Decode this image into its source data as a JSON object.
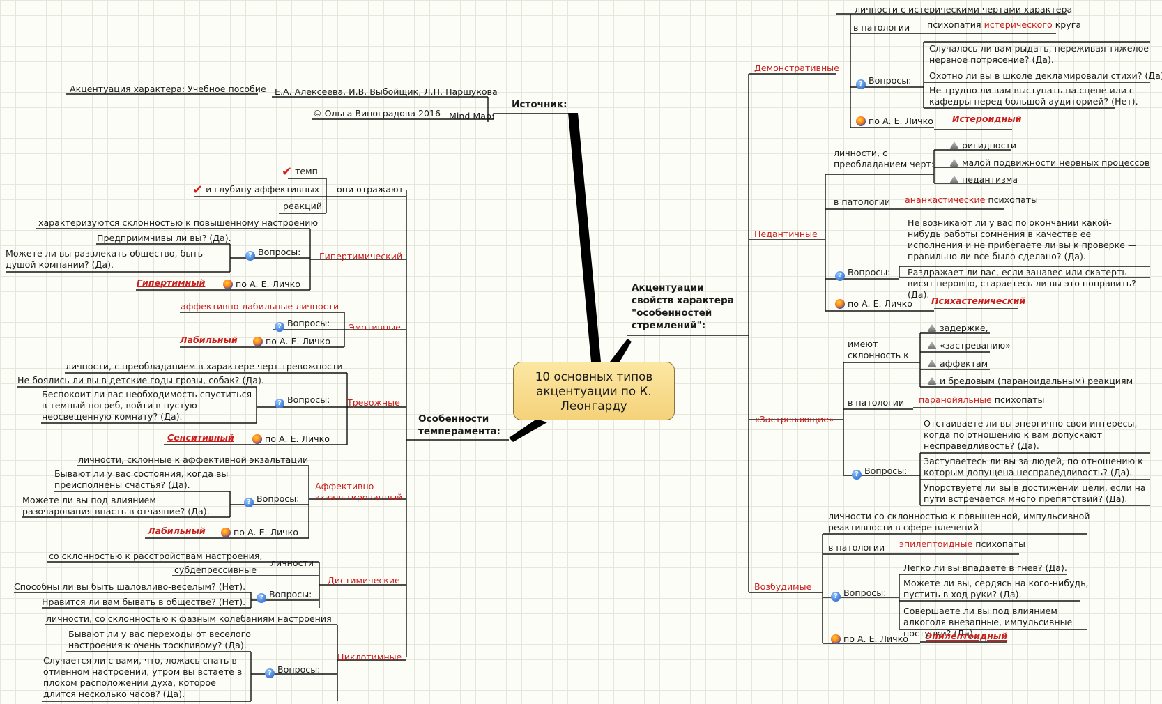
{
  "central": "10 основных типов акцентуации по К. Леонгарду",
  "source": {
    "label": "Источник:",
    "book": "Акцентуация характера: Учебное пособие",
    "authors": "Е.А. Алексеева, И.В. Выбойщик, Л.П. Паршукова",
    "mindmap_label": "Mind Map:",
    "mindmap_author": "© Ольга Виноградова 2016"
  },
  "left": {
    "title": "Особенности темперамента:",
    "reflect": {
      "label": "они отражают",
      "tempo": "темп",
      "depth": "и глубину аффективных",
      "reactions": "реакций"
    },
    "hyper": {
      "title": "Гипертимический",
      "desc": "характеризуются склонностью к повышенному настроению",
      "q_label": "Вопросы:",
      "q1": "Предприимчивы ли вы? (Да).",
      "q2": "Можете ли вы развлекать общество, быть душой компании? (Да).",
      "lichko_label": "по А. Е. Личко",
      "lichko": "Гипертимный"
    },
    "emot": {
      "title": "Эмотивные",
      "desc": "аффективно-лабильные личности",
      "q_label": "Вопросы:",
      "lichko_label": "по А. Е. Личко",
      "lichko": "Лабильный"
    },
    "trev": {
      "title": "Тревожные",
      "desc": "личности, с преобладанием в характере черт тревожности",
      "q_label": "Вопросы:",
      "q1": "Не боялись ли вы в детские годы грозы, собак? (Да).",
      "q2": "Беспокоит ли вас необходимость спуститься в темный погреб, войти в пустую неосвещенную комнату? (Да).",
      "lichko_label": "по А. Е. Личко",
      "lichko": "Сенситивный"
    },
    "affect": {
      "title": "Аффективно-экзальтированный",
      "desc": "личности, склонные к аффективной экзальтации",
      "q_label": "Вопросы:",
      "q1": "Бывают ли у вас состояния, когда вы преисполнены счастья? (Да).",
      "q2": "Можете ли вы под влиянием разочарования впасть в отчаяние? (Да).",
      "lichko_label": "по А. Е. Личко",
      "lichko": "Лабильный"
    },
    "dist": {
      "title": "Дистимические",
      "lich": "личности",
      "d1": "со склонностью к расстройствам настроения,",
      "d2": "субдепрессивные",
      "q_label": "Вопросы:",
      "q1": "Способны ли вы быть шаловливо-веселым? (Нет).",
      "q2": "Нравится ли вам бывать в обществе? (Нет)."
    },
    "cycl": {
      "title": "Циклотимные",
      "desc": "личности, со склонностью к фазным колебаниям настроения",
      "q_label": "Вопросы:",
      "q1": "Бывают ли у вас переходы от веселого настроения к очень тоскливому? (Да).",
      "q2": "Случается ли с вами, что, ложась спать в отменном настроении, утром вы встаете в плохом расположении духа, которое длится несколько часов? (Да)."
    }
  },
  "right": {
    "title": "Акцентуации свойств характера \"особенностей стремлений\":",
    "demo": {
      "title": "Демонстративные",
      "desc": "личности с истерическими чертами характера",
      "patol_label": "в патологии",
      "patol_pre": "психопатия ",
      "patol_red": "истерического",
      "patol_post": " круга",
      "q_label": "Вопросы:",
      "q1": "Случалось ли вам рыдать, переживая тяжелое нервное потрясение? (Да).",
      "q2": "Охотно ли вы в школе декламировали стихи? (Да).",
      "q3": "Не трудно ли вам выступать на сцене или с кафедры перед большой аудиторией? (Нет).",
      "lichko_label": "по А. Е. Личко",
      "lichko": "Истероидный"
    },
    "ped": {
      "title": "Педантичные",
      "traits_label": "личности, с преобладанием черт:",
      "t1": "ригидности",
      "t2": "малой подвижности нервных процессов",
      "t3": "педантизма",
      "patol_label": "в патологии",
      "patol_red": "ананкастические",
      "patol_post": " психопаты",
      "q_label": "Вопросы:",
      "q1": "Не возникают ли у вас по окончании какой-нибудь работы сомнения в качестве ее исполнения и не прибегаете ли вы к проверке — правильно ли все было сделано? (Да).",
      "q2": "Раздражает ли вас, если занавес или скатерть висят неровно, стараетесь ли вы это поправить? (Да).",
      "lichko_label": "по А. Е. Личко",
      "lichko": "Психастенический"
    },
    "zas": {
      "title": "«Застревающие»",
      "tend_label": "имеют склонность к",
      "t1": "задержке,",
      "t2": "«застреванию»",
      "t3": "аффектам",
      "t4": "и бредовым (параноидальным) реакциям",
      "patol_label": "в патологии",
      "patol_red": "паранойяльные",
      "patol_post": " психопаты",
      "q_label": "Вопросы:",
      "q1": "Отстаиваете ли вы энергично свои интересы, когда по отношению к вам допускают несправедливость? (Да).",
      "q2": "Заступаетесь ли вы за людей, по отношению к которым допущена несправедливость? (Да).",
      "q3": "Упорствуете ли вы в достижении цели, если на пути встречается много препятствий? (Да)."
    },
    "voz": {
      "title": "Возбудимые",
      "desc": "личности со склонностью к повышенной, импульсивной реактивности в сфере влечений",
      "patol_label": "в патологии",
      "patol_red": "эпилептоидные",
      "patol_post": " психопаты",
      "q_label": "Вопросы:",
      "q1": "Легко ли вы впадаете в гнев? (Да).",
      "q2": "Можете ли вы, сердясь на кого-нибудь, пустить в ход руки? (Да).",
      "q3": "Совершаете ли вы под влиянием алкоголя внезапные, импульсивные поступки? (Да).",
      "lichko_label": "по А. Е. Личко",
      "lichko": "Эпилептоидный"
    }
  }
}
